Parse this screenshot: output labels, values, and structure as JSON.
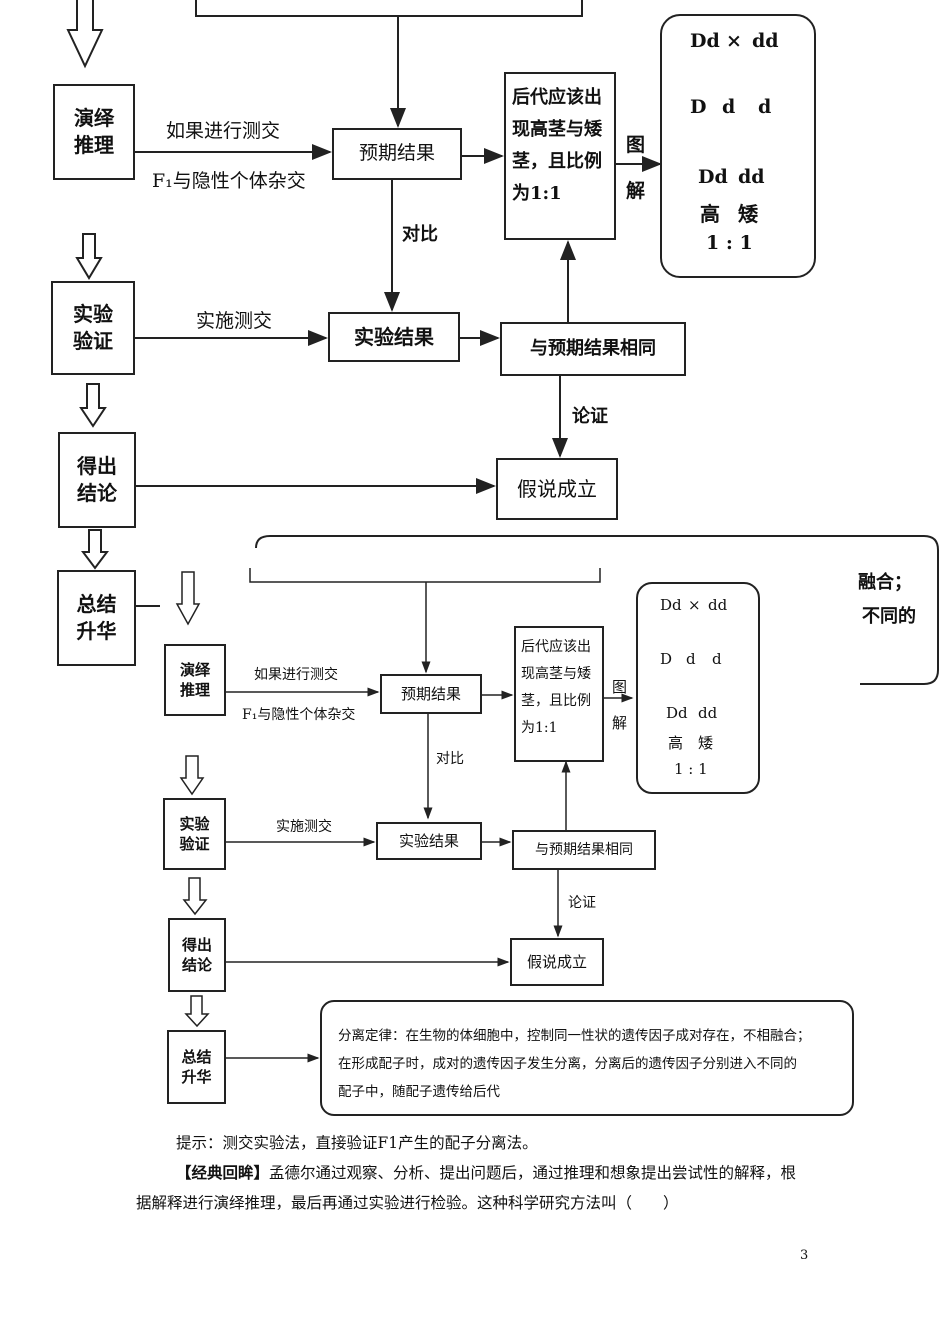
{
  "top": {
    "steps": {
      "deduce": [
        "演绎",
        "推理"
      ],
      "verify": [
        "实验",
        "验证"
      ],
      "conclude": [
        "得出",
        "结论"
      ],
      "summarize": [
        "总结",
        "升华"
      ]
    },
    "if_testcross": "如果进行测交",
    "f1_cross": "F₁与隐性个体杂交",
    "expected": "预期结果",
    "offspring_lines": [
      "后代应该出",
      "现高茎与矮",
      "茎，且比例",
      "为1:1"
    ],
    "diagram_word": [
      "图",
      "解"
    ],
    "contrast": "对比",
    "do_testcross": "实施测交",
    "experiment_result": "实验结果",
    "same_as_expected": "与预期结果相同",
    "argue": "论证",
    "hypothesis_true": "假说成立",
    "diagram": {
      "parents": [
        "Dd",
        "×",
        "dd"
      ],
      "gametes": [
        "D",
        "d",
        "d"
      ],
      "offspring": [
        "Dd",
        "dd"
      ],
      "phenotypes": [
        "高",
        "矮"
      ],
      "ratio": "1 : 1"
    },
    "law_right_fragments": [
      "融合；",
      "不同的"
    ]
  },
  "bottom": {
    "steps": {
      "deduce": [
        "演绎",
        "推理"
      ],
      "verify": [
        "实验",
        "验证"
      ],
      "conclude": [
        "得出",
        "结论"
      ],
      "summarize": [
        "总结",
        "升华"
      ]
    },
    "if_testcross": "如果进行测交",
    "f1_cross": "F₁与隐性个体杂交",
    "expected": "预期结果",
    "offspring_lines": [
      "后代应该出",
      "现高茎与矮",
      "茎，且比例",
      "为1:1"
    ],
    "diagram_word": [
      "图",
      "解"
    ],
    "contrast": "对比",
    "do_testcross": "实施测交",
    "experiment_result": "实验结果",
    "same_as_expected": "与预期结果相同",
    "argue": "论证",
    "hypothesis_true": "假说成立",
    "diagram": {
      "parents": [
        "Dd",
        "×",
        "dd"
      ],
      "gametes": [
        "D",
        "d",
        "d"
      ],
      "offspring": [
        "Dd",
        "dd"
      ],
      "phenotypes": [
        "高",
        "矮"
      ],
      "ratio": "1 : 1"
    },
    "law_lines": [
      "分离定律：在生物的体细胞中，控制同一性状的遗传因子成对存在，不相融合；",
      "在形成配子时，成对的遗传因子发生分离，分离后的遗传因子分别进入不同的",
      "配子中，随配子遗传给后代"
    ]
  },
  "hint": "提示：测交实验法，直接验证F1产生的配子分离法。",
  "classic": {
    "tag": "【经典回眸】",
    "line1": "孟德尔通过观察、分析、提出问题后，通过推理和想象提出尝试性的解释，根",
    "line2": "据解释进行演绎推理，最后再通过实验进行检验。这种科学研究方法叫（　　）"
  },
  "page_number": "3"
}
